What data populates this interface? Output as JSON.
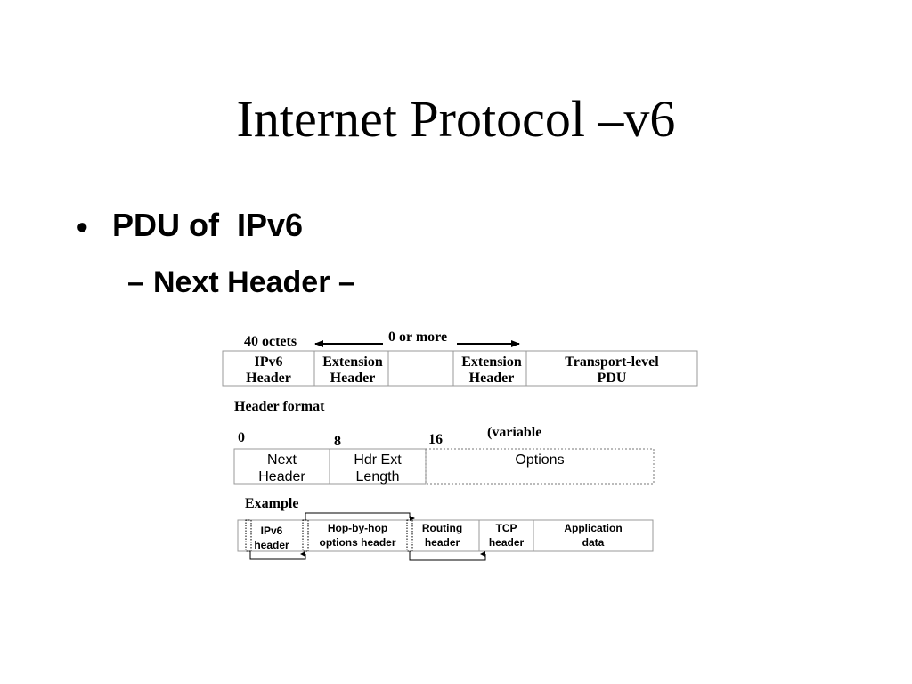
{
  "slide": {
    "title": "Internet Protocol –v6",
    "bullet_marker": "•",
    "bullet": "PDU of  IPv6",
    "sub_marker": "–",
    "sub_bullet": "Next Header –"
  },
  "packet": {
    "octets_label": "40 octets",
    "repeat_label": "0 or more",
    "cells": [
      {
        "line1": "IPv6",
        "line2": "Header"
      },
      {
        "line1": "Extension",
        "line2": "Header"
      },
      {
        "line1": "",
        "line2": ""
      },
      {
        "line1": "Extension",
        "line2": "Header"
      },
      {
        "line1": "Transport-level",
        "line2": "PDU"
      }
    ]
  },
  "header_format": {
    "caption": "Header format",
    "bit_labels": [
      "0",
      "8",
      "16"
    ],
    "variable_label": "(variable",
    "fields": [
      {
        "line1": "Next",
        "line2": "Header"
      },
      {
        "line1": "Hdr Ext",
        "line2": "Length"
      },
      {
        "line1": "Options",
        "line2": ""
      }
    ]
  },
  "example": {
    "caption": "Example",
    "cells": [
      {
        "line1": "IPv6",
        "line2": "header"
      },
      {
        "line1": "Hop-by-hop",
        "line2": "options header"
      },
      {
        "line1": "Routing",
        "line2": "header"
      },
      {
        "line1": "TCP",
        "line2": "header"
      },
      {
        "line1": "Application",
        "line2": "data"
      }
    ]
  }
}
